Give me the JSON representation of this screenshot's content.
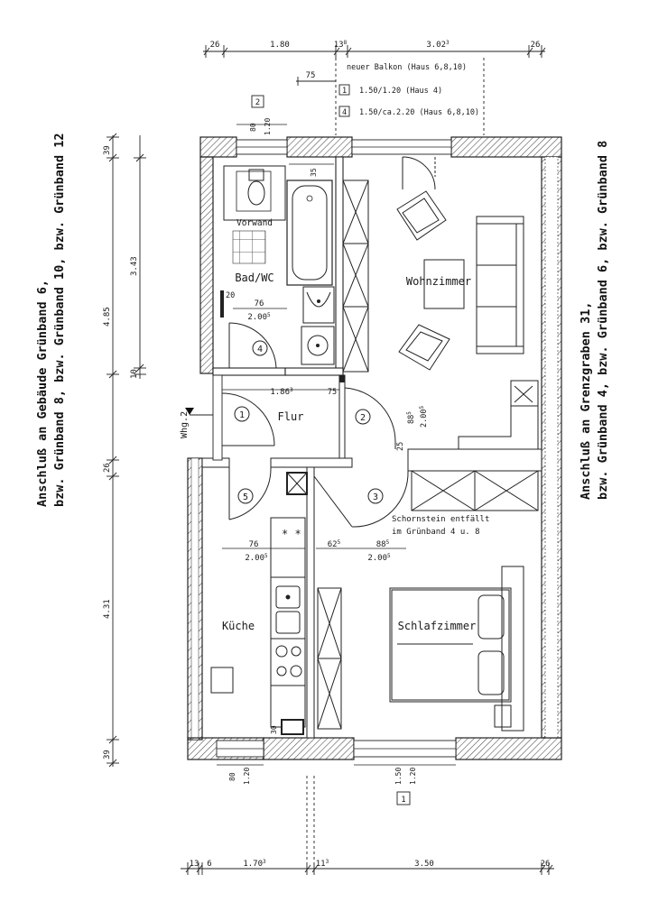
{
  "side_left": {
    "line1": "Anschluß an Gebäude Grünband 6,",
    "line2": "bzw. Grünband 8, bzw. Grünband 10, bzw. Grünband 12"
  },
  "side_right": {
    "line1": "Anschluß an Grenzgraben 31,",
    "line2": "bzw. Grünband 4, bzw. Grünband 6, bzw. Grünband 8"
  },
  "top_dims": {
    "d1": "26",
    "d2": "1.80",
    "d3": "13",
    "d3_sup": "8",
    "d4": "3.02",
    "d4_sup": "3",
    "d5": "26",
    "d_balcony": "75"
  },
  "bottom_dims": {
    "d1": "13",
    "d2": "6",
    "d3": "1.70",
    "d3_sup": "3",
    "d4": "11",
    "d4_sup": "3",
    "d5": "3.50",
    "d6": "26"
  },
  "left_dims": {
    "d1": "39",
    "d2": "3.43",
    "d3": "4.85",
    "d4": "10",
    "d5": "26",
    "d6": "4.31",
    "d7": "39"
  },
  "balcony_note": {
    "title": "neuer Balkon (Haus 6,8,10)",
    "opt1_key": "1",
    "opt1": "1.50/1.20 (Haus 4)",
    "opt2_key": "4",
    "opt2": "1.50/ca.2.20 (Haus 6,8,10)"
  },
  "window_tags": {
    "top": "2",
    "bottom": "1"
  },
  "window_dims_top": {
    "w": "80",
    "h": "1.20"
  },
  "window_dims_bottom_left": {
    "w": "80",
    "h": "1.20"
  },
  "window_dims_bottom_right": {
    "w": "1.50",
    "h": "1.20"
  },
  "rooms": {
    "bad": "Bad/WC",
    "vorwand": "Vorwand",
    "wohnzimmer": "Wohnzimmer",
    "flur": "Flur",
    "kueche": "Küche",
    "schlafzimmer": "Schlafzimmer"
  },
  "door_numbers": [
    "1",
    "2",
    "3",
    "4",
    "5"
  ],
  "door_dims": {
    "bath": {
      "w": "76",
      "h": "2.00",
      "h_sup": "5",
      "jamb": "20"
    },
    "flur_width": "1.86",
    "flur_width_sup": "3",
    "flur_jamb": "75",
    "living": {
      "w": "88",
      "w_sup": "5",
      "h": "2.00",
      "h_sup": "5",
      "gap": "25"
    },
    "kitchen": {
      "w": "76",
      "h": "2.00",
      "h_sup": "5"
    },
    "bedroom": {
      "w1": "62",
      "w1_sup": "5",
      "w2": "88",
      "w2_sup": "5",
      "h": "2.00",
      "h_sup": "5"
    },
    "shower": "35",
    "kitchen_niche": "30"
  },
  "chimney_note": {
    "line1": "Schornstein entfällt",
    "line2": "im Grünband 4 u. 8"
  },
  "apartment_tag": "Whg.2"
}
